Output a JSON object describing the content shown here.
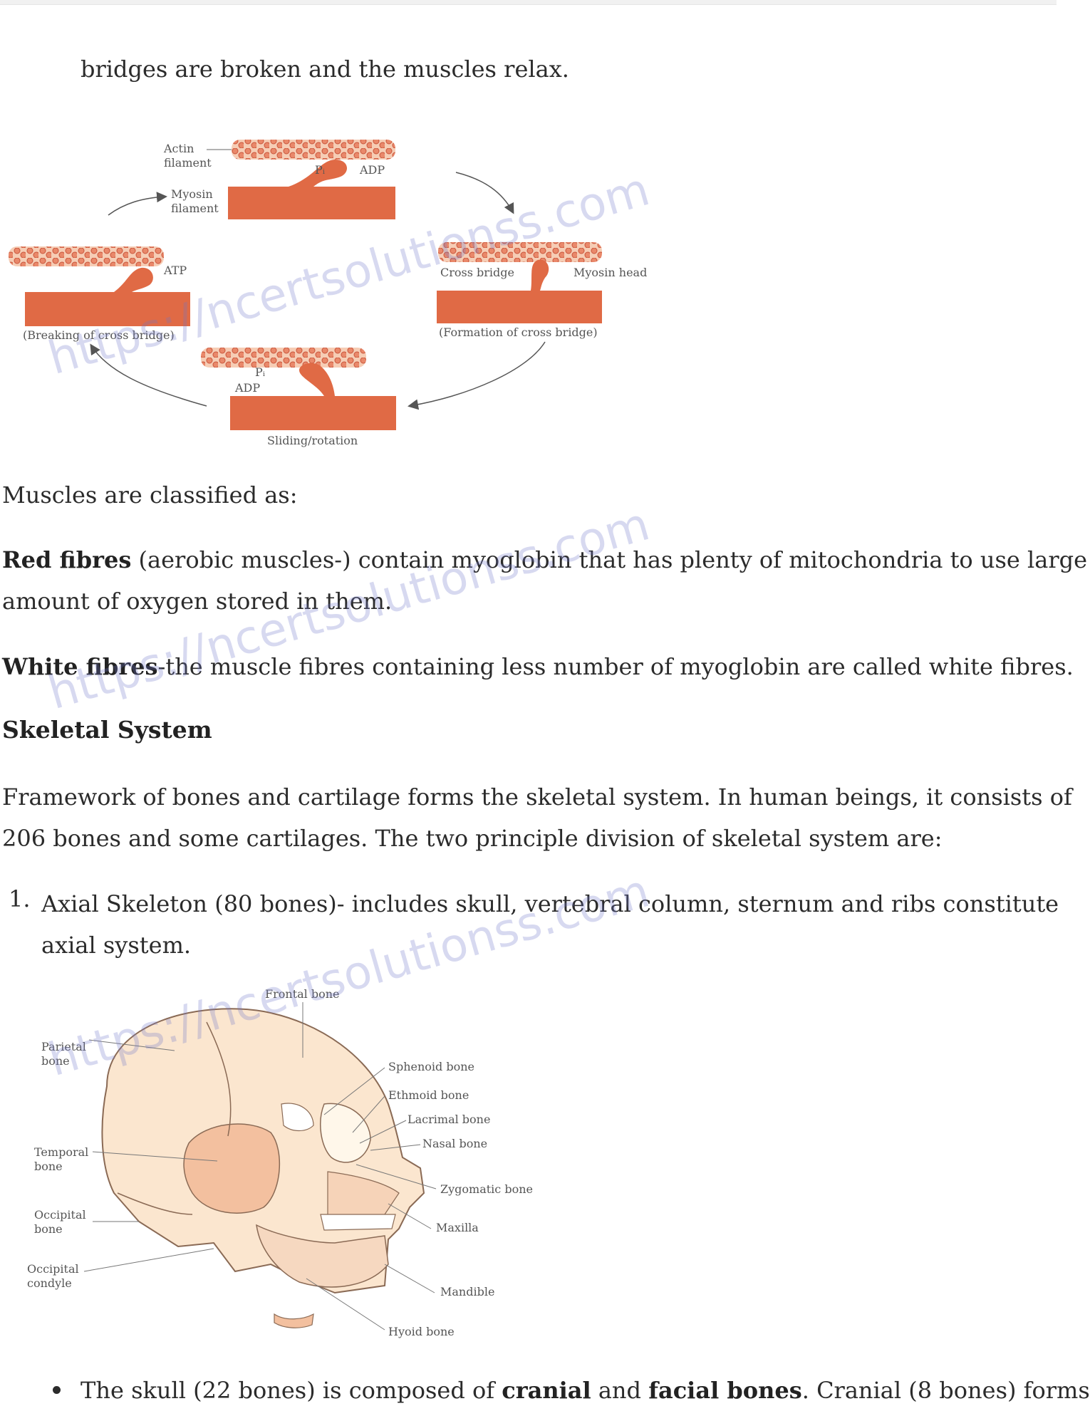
{
  "intro": {
    "line": "bridges are broken and the muscles relax."
  },
  "figure1": {
    "labels": {
      "actin": [
        "Actin",
        "filament"
      ],
      "myosin": [
        "Myosin",
        "filament"
      ],
      "pi_top": "Pᵢ",
      "adp_top": "ADP",
      "atp": "ATP",
      "breaking": "(Breaking of cross bridge)",
      "cross_bridge": "Cross bridge",
      "myosin_head": "Myosin head",
      "formation": "(Formation of cross bridge)",
      "pi_bottom": "Pᵢ",
      "adp_bottom": "ADP",
      "sliding": "Sliding/rotation"
    }
  },
  "para_classified": "Muscles are classified as:",
  "red_fibres": {
    "term": "Red fibres",
    "line1": " (aerobic muscles-) contain myoglobin that has plenty of mitochondria to use large",
    "line2": "amount of oxygen stored in them."
  },
  "white_fibres": {
    "term": "White fibres",
    "rest": "-the muscle fibres containing less number of myoglobin are called white fibres."
  },
  "heading_skeletal": "Skeletal System",
  "framework": {
    "line1": "Framework of bones and cartilage forms the skeletal system. In human beings, it consists of",
    "line2": "206 bones and some cartilages. The two principle division of skeletal system are:"
  },
  "list": {
    "number": "1.",
    "line1": "Axial Skeleton (80 bones)- includes skull, vertebral column, sternum and ribs constitute",
    "line2": "axial system."
  },
  "figure2": {
    "labels": {
      "frontal": "Frontal bone",
      "parietal": [
        "Parietal",
        "bone"
      ],
      "sphenoid": "Sphenoid bone",
      "ethmoid": "Ethmoid bone",
      "lacrimal": "Lacrimal bone",
      "nasal": "Nasal bone",
      "temporal": [
        "Temporal",
        "bone"
      ],
      "zygomatic": "Zygomatic bone",
      "occipital": [
        "Occipital",
        "bone"
      ],
      "maxilla": "Maxilla",
      "occipital_condyle": [
        "Occipital",
        "condyle"
      ],
      "mandible": "Mandible",
      "hyoid": "Hyoid bone"
    }
  },
  "bullet": {
    "t1": "The skull (22 bones) is composed of ",
    "b1": "cranial",
    "t2": " and ",
    "b2": "facial bones",
    "t3": ". Cranial (8 bones) forms"
  },
  "watermark": "https://ncertsolutionss.com"
}
